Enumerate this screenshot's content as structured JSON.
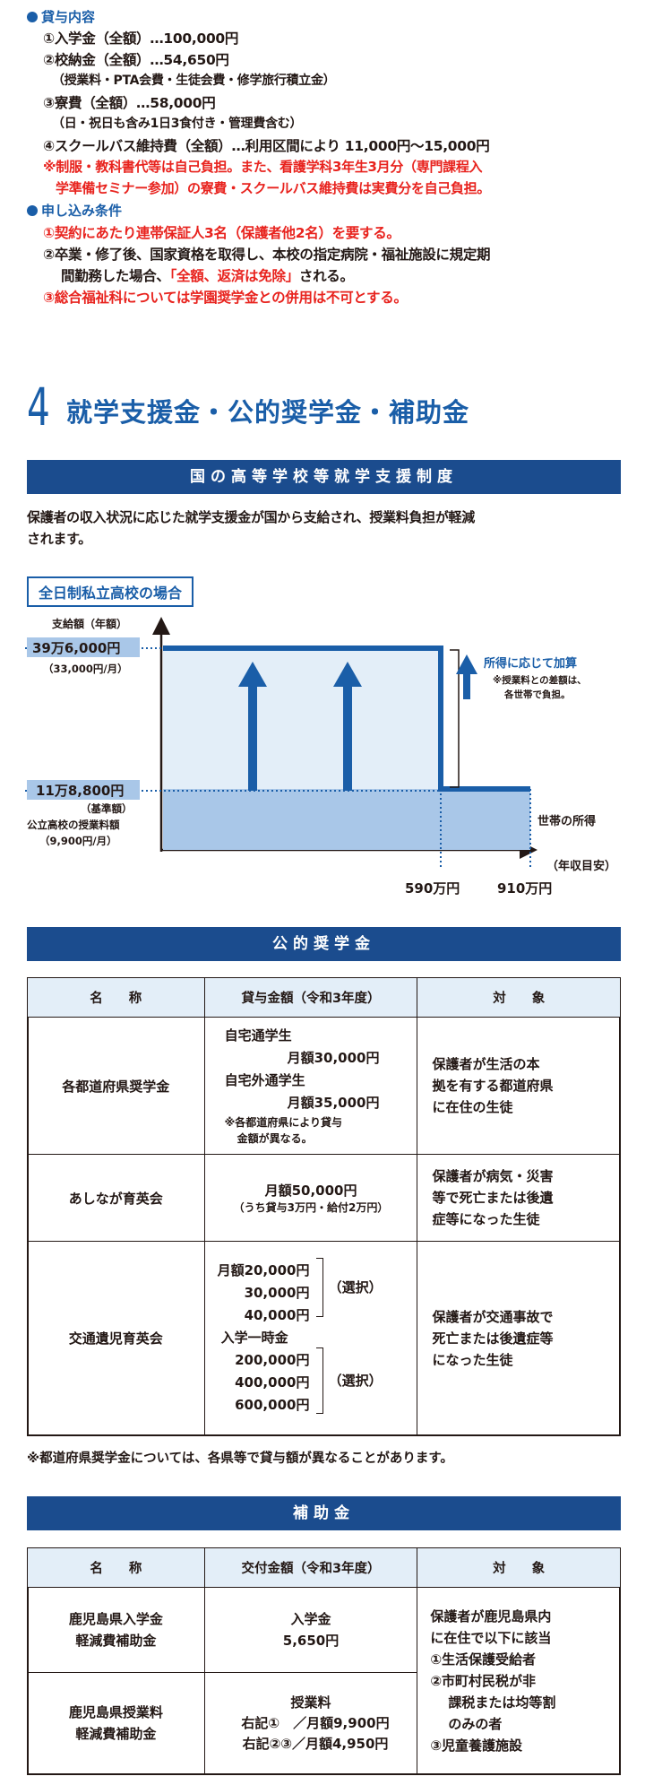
{
  "loan": {
    "header": "貸与内容",
    "items": [
      "①入学金（全額）…100,000円",
      "②校納金（全額）…54,650円",
      "（授業料・PTA会費・生徒会費・修学旅行積立金）",
      "③寮費（全額）…58,000円",
      "（日・祝日も含み1日3食付き・管理費含む）",
      "④スクールバス維持費（全額）…利用区間により 11,000円～15,000円"
    ],
    "note1": "※制服・教科書代等は自己負担。また、看護学科3年生3月分（専門課程入",
    "note2": "学準備セミナー参加）の寮費・スクールバス維持費は実費分を自己負担。"
  },
  "conditions": {
    "header": "申し込み条件",
    "c1": "①契約にあたり連帯保証人3名（保護者他2名）を要する。",
    "c2a": "②卒業・修了後、国家資格を取得し、本校の指定病院・福祉施設に規定期",
    "c2b_pre": "間勤務した場合、",
    "c2b_red": "「全額、返済は免除」",
    "c2b_post": "される。",
    "c3": "③総合福祉科については学園奨学金との併用は不可とする。"
  },
  "section": {
    "num": "4",
    "title": "就学支援金・公的奨学金・補助金"
  },
  "support": {
    "bar": "国の高等学校等就学支援制度",
    "desc1": "保護者の収入状況に応じた就学支援金が国から支給され、授業料負担が軽減",
    "desc2": "されます。",
    "sub": "全日制私立高校の場合"
  },
  "chart_data": {
    "type": "area",
    "ylabel": "支給額（年額）",
    "xlabel": "世帯の所得",
    "xlabel2": "（年収目安）",
    "x_ticks": [
      "590万円",
      "910万円"
    ],
    "y_high": "39万6,000円",
    "y_high_sub": "（33,000円/月）",
    "y_low": "11万8,800円",
    "y_low_sub": "（基準額）",
    "y_low_note1": "公立高校の授業料額",
    "y_low_note2": "（9,900円/月）",
    "series": [
      {
        "values": [
          396000,
          118800
        ]
      }
    ],
    "annot_title": "所得に応じて加算",
    "annot1": "※授業料との差額は、",
    "annot2": "各世帯で負担。"
  },
  "public": {
    "bar": "公的奨学金",
    "headers": [
      "名　　称",
      "貸与金額（令和3年度）",
      "対　　象"
    ],
    "rows": [
      {
        "name": "各都道府県奨学金",
        "a1": "自宅通学生",
        "a2": "月額30,000円",
        "a3": "自宅外通学生",
        "a4": "月額35,000円",
        "a5": "※各都道府県により貸与",
        "a6": "金額が異なる。",
        "t1": "保護者が生活の本",
        "t2": "拠を有する都道府県",
        "t3": "に在住の生徒"
      },
      {
        "name": "あしなが育英会",
        "a1": "月額50,000円",
        "a2": "（うち貸与3万円・給付2万円）",
        "t1": "保護者が病気・災害",
        "t2": "等で死亡または後遺",
        "t3": "症等になった生徒"
      },
      {
        "name": "交通遺児育英会",
        "m1": "月額20,000円",
        "m2": "30,000円",
        "m3": "40,000円",
        "sel": "（選択）",
        "e0": "入学一時金",
        "e1": "200,000円",
        "e2": "400,000円",
        "e3": "600,000円",
        "t1": "保護者が交通事故で",
        "t2": "死亡または後遺症等",
        "t3": "になった生徒"
      }
    ],
    "note": "※都道府県奨学金については、各県等で貸与額が異なることがあります。"
  },
  "subsidy": {
    "bar": "補助金",
    "headers": [
      "名　　称",
      "交付金額（令和3年度）",
      "対　　象"
    ],
    "r1": {
      "n1": "鹿児島県入学金",
      "n2": "軽減費補助金",
      "a1": "入学金",
      "a2": "5,650円"
    },
    "r2": {
      "n1": "鹿児島県授業料",
      "n2": "軽減費補助金",
      "a1": "授業料",
      "a2": "右記①　／月額9,900円",
      "a3": "右記②③／月額4,950円"
    },
    "target": [
      "保護者が鹿児島県内",
      "に在住で以下に該当",
      "①生活保護受給者",
      "②市町村民税が非",
      "課税または均等割",
      "のみの者",
      "③児童養護施設"
    ]
  }
}
